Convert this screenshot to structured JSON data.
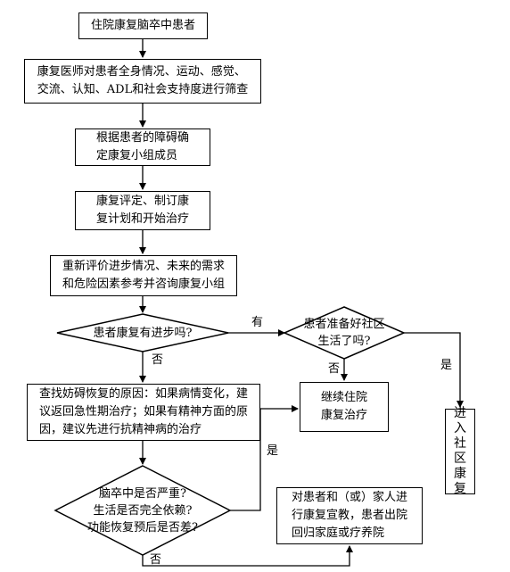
{
  "nodes": {
    "start": "住院康复脑卒中患者",
    "screening": [
      "康复医师对患者全身情况、运动、感觉、",
      "交流、认知、ADL和社会支持度进行筛查"
    ],
    "team": [
      "根据患者的障碍确",
      "定康复小组成员"
    ],
    "plan": [
      "康复评定、制订康",
      "复计划和开始治疗"
    ],
    "reassess": [
      "重新评价进步情况、未来的需求",
      "和危险因素参考并咨询康复小组"
    ],
    "progress_q": "患者康复有进步吗?",
    "community_ready_q": [
      "患者准备好社区",
      "生活了吗?"
    ],
    "find_cause": [
      "查找妨碍恢复的原因：如果病情变化，建",
      "议返回急性期治疗；如果有精神方面的原",
      "因，建议先进行抗精神病的治疗"
    ],
    "continue": [
      "继续住院",
      "康复治疗"
    ],
    "community": "进入社区康复",
    "severity_q": [
      "脑卒中是否严重?",
      "生活是否完全依赖?",
      "功能恢复预后是否差?"
    ],
    "education": [
      "对患者和（或）家人进",
      "行康复宣教，患者出院",
      "回归家庭或疗养院"
    ]
  },
  "edge_labels": {
    "progress_yes": "有",
    "progress_no": "否",
    "ready_no": "否",
    "ready_yes": "是",
    "severity_yes": "是",
    "severity_no": "否"
  }
}
